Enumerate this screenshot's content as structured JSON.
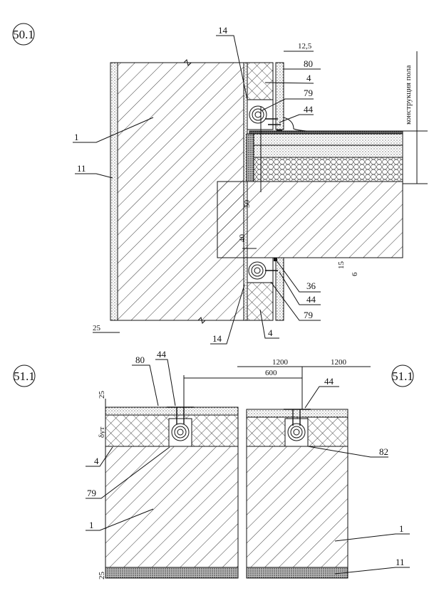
{
  "detail_top": {
    "id": "50.1",
    "floor_label": "конструкция пола",
    "labels": {
      "wall": "1",
      "plaster": "11",
      "vapor": "14",
      "vapor_bottom": "14",
      "board": "80",
      "insulation": "4",
      "insulation_bottom": "4",
      "block": "79",
      "block_bottom": "79",
      "fastener": "44",
      "fastener_bottom": "44",
      "sealant": "36"
    },
    "dims": {
      "d12_5": "12,5",
      "d50": "50",
      "d40": "40",
      "d15": "15",
      "d6": "6",
      "d25": "25"
    }
  },
  "detail_bottom": {
    "id_left": "51.1",
    "id_right": "51.1",
    "labels": {
      "board": "80",
      "fastener_left": "44",
      "fastener_right": "44",
      "insulation": "4",
      "block": "79",
      "pad": "82",
      "wall_left": "1",
      "wall_right": "1",
      "plaster": "11"
    },
    "dims": {
      "d1200a": "1200",
      "d1200b": "1200",
      "d600": "600",
      "d25_top": "25",
      "d_ins": "δут",
      "d25_bottom": "25"
    }
  }
}
